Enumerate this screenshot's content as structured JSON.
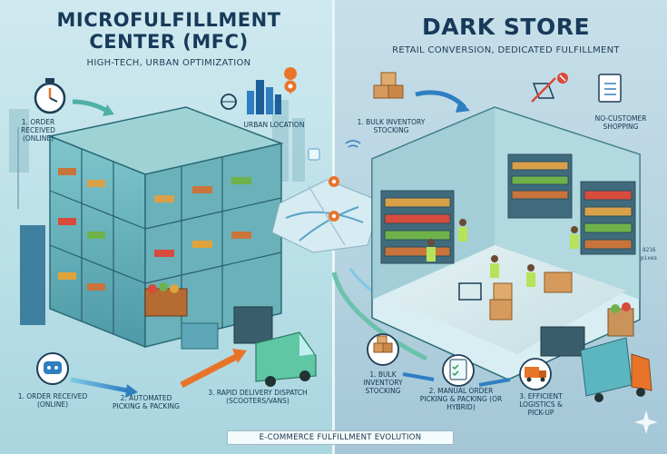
{
  "mfc": {
    "title_line1": "MICROFULFILLMENT",
    "title_line2": "CENTER (MFC)",
    "subtitle": "HIGH-TECH, URBAN OPTIMIZATION",
    "urban_location": "URBAN LOCATION",
    "step1_top": "1. ORDER RECEIVED (ONLINE)",
    "step1_bottom": "1. ORDER RECEIVED (ONLINE)",
    "step2": "2. AUTOMATED PICKING & PACKING",
    "step3": "3. RAPID DELIVERY DISPATCH (SCOOTERS/VANS)"
  },
  "dark_store": {
    "title": "DARK STORE",
    "subtitle": "RETAIL CONVERSION, DEDICATED FULFILLMENT",
    "bulk_top": "1. BULK INVENTORY STOCKING",
    "no_customer": "NO-CUSTOMER SHOPPING",
    "bulk_bottom": "1. BULK INVENTORY STOCKING",
    "step2": "2. MANUAL ORDER PICKING & PACKING (OR HYBRID)",
    "step3": "3. EFFICIENT LOGISTICS & PICK-UP",
    "side_code": "8216",
    "side_unit": "pixes"
  },
  "footer": "E-COMMERCE FULFILLMENT EVOLUTION",
  "colors": {
    "accent_orange": "#e8742a",
    "title_navy": "#173a5a",
    "mfc_bg": "#cfe9ef",
    "dark_store_bg": "#c7dfe9",
    "van_green": "#5fc7a3",
    "truck_teal": "#5cb6c0"
  }
}
